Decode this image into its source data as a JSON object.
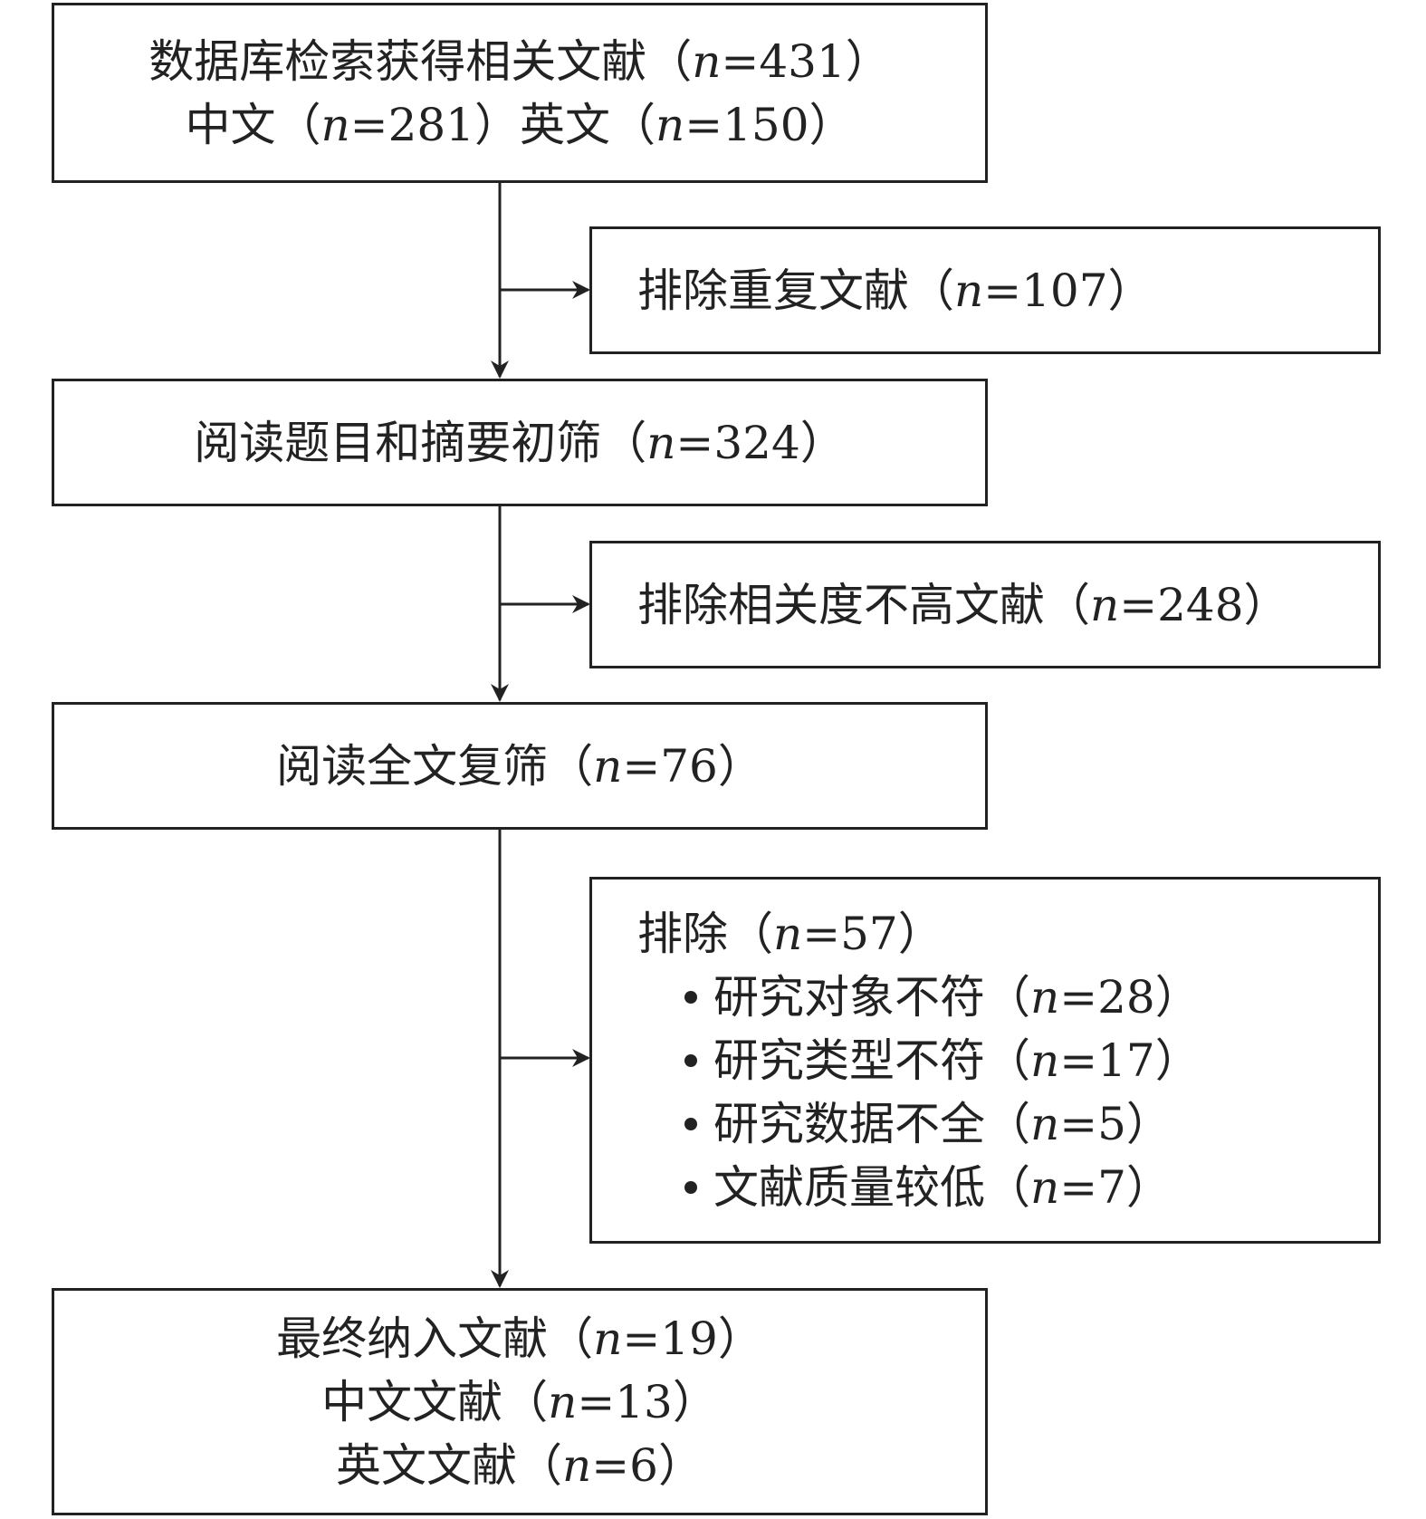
{
  "boxes": {
    "search": {
      "line1": {
        "text": "数据库检索获得相关文献",
        "n": "431"
      },
      "line2": {
        "text_a": "中文",
        "n_a": "281",
        "text_b": "英文",
        "n_b": "150"
      }
    },
    "exclude_duplicates": {
      "text": "排除重复文献",
      "n": "107"
    },
    "title_abstract_screen": {
      "text": "阅读题目和摘要初筛",
      "n": "324"
    },
    "exclude_low_relevance": {
      "text": "排除相关度不高文献",
      "n": "248"
    },
    "fulltext_screen": {
      "text": "阅读全文复筛",
      "n": "76"
    },
    "exclude_fulltext": {
      "text": "排除",
      "n": "57",
      "reasons": [
        {
          "text": "研究对象不符",
          "n": "28"
        },
        {
          "text": "研究类型不符",
          "n": "17"
        },
        {
          "text": "研究数据不全",
          "n": "5"
        },
        {
          "text": "文献质量较低",
          "n": "7"
        }
      ]
    },
    "final_included": {
      "line1": {
        "text": "最终纳入文献",
        "n": "19"
      },
      "line2": {
        "text": "中文文献",
        "n": "13"
      },
      "line3": {
        "text": "英文文献",
        "n": "6"
      }
    }
  },
  "labels": {
    "n_symbol": "n",
    "eq": "=",
    "open_paren": "（",
    "close_paren": "）"
  }
}
